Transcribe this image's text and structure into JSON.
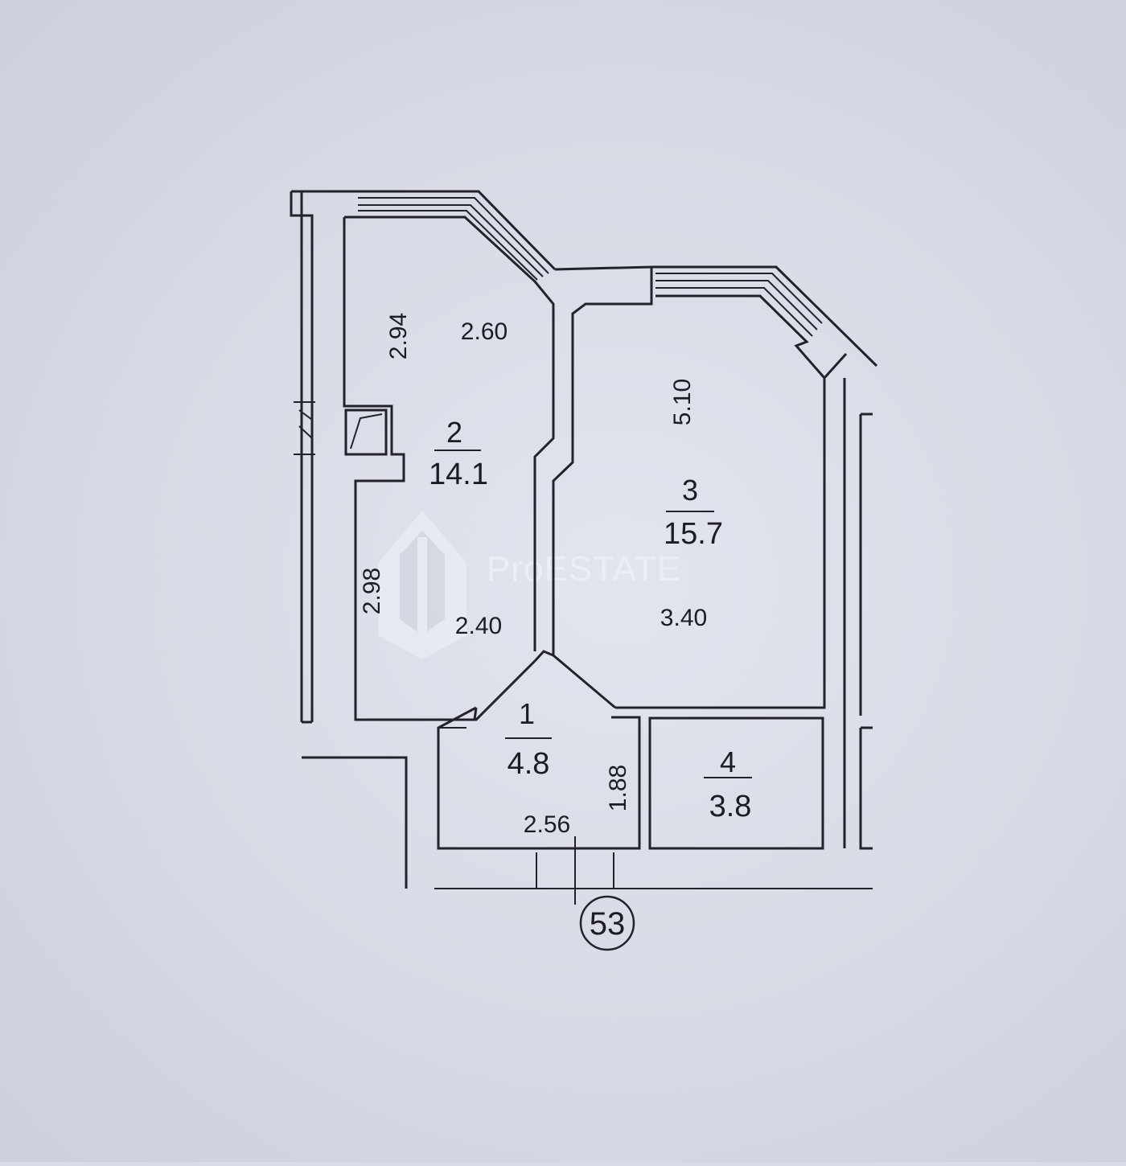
{
  "rooms": [
    {
      "number": "1",
      "area": "4.8"
    },
    {
      "number": "2",
      "area": "14.1"
    },
    {
      "number": "3",
      "area": "15.7"
    },
    {
      "number": "4",
      "area": "3.8"
    }
  ],
  "dimensions": {
    "room2_left_upper": "2.94",
    "room2_top": "2.60",
    "room2_left_lower": "2.98",
    "room2_bottom": "2.40",
    "room3_height": "5.10",
    "room3_width": "3.40",
    "room1_width": "2.56",
    "room1_height": "1.88"
  },
  "axis_marker": "53",
  "watermark": "ProESTATE",
  "colors": {
    "paper": "#d8dce6",
    "ink": "#22222a",
    "watermark": "#f0f2f8"
  }
}
